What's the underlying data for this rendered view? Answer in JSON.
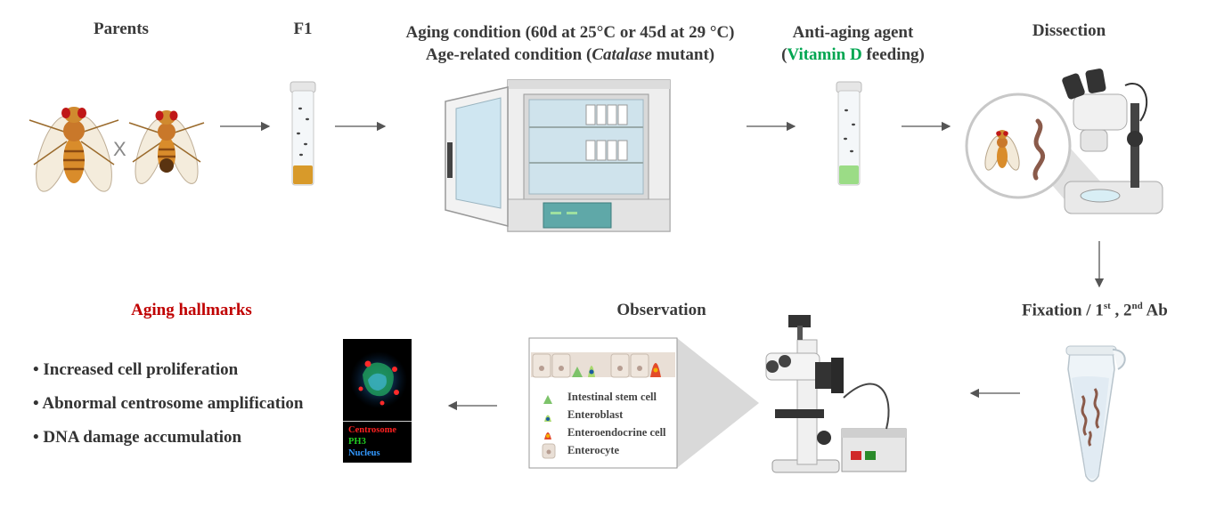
{
  "headers": {
    "parents": "Parents",
    "f1": "F1",
    "aging_line1": "Aging condition (60d at 25°C or 45d at 29 °C)",
    "aging_line2_pre": "Age-related condition (",
    "aging_line2_italic": "Catalase",
    "aging_line2_post": " mutant)",
    "antiaging_line1": "Anti-aging agent",
    "antiaging_open": "(",
    "antiaging_agent": "Vitamin D",
    "antiaging_post": " feeding)",
    "dissection": "Dissection",
    "fixation_pre": "Fixation / 1",
    "fixation_sup1": "st",
    "fixation_mid": " , 2",
    "fixation_sup2": "nd",
    "fixation_post": " Ab",
    "observation": "Observation",
    "aging_hallmarks": "Aging hallmarks"
  },
  "cross_symbol": "X",
  "hallmarks": [
    "• Increased cell proliferation",
    "• Abnormal centrosome amplification",
    "• DNA damage accumulation"
  ],
  "cell_legend": [
    {
      "label": "Intestinal stem cell",
      "icon": "stem-cell-icon"
    },
    {
      "label": "Enteroblast",
      "icon": "enteroblast-icon"
    },
    {
      "label": "Enteroendocrine cell",
      "icon": "enteroendocrine-icon"
    },
    {
      "label": "Enterocyte",
      "icon": "enterocyte-icon"
    }
  ],
  "fluorescence_legend": [
    {
      "label": "Centrosome",
      "color": "#ff2020"
    },
    {
      "label": "PH3",
      "color": "#22cc22"
    },
    {
      "label": "Nucleus",
      "color": "#3399ff"
    }
  ],
  "colors": {
    "accent_green": "#00a651",
    "accent_red": "#c00000",
    "arrow": "#555555",
    "fly_body": "#d98c2b"
  }
}
